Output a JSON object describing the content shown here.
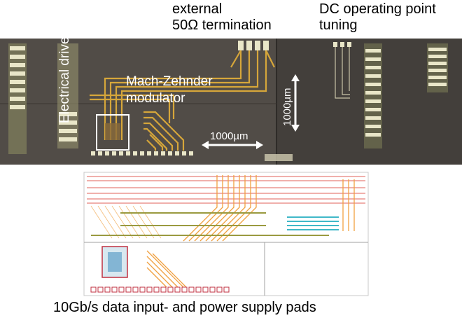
{
  "labels": {
    "external_line1": "external",
    "external_line2": "50Ω termination",
    "dc_line1": "DC operating point",
    "dc_line2": "tuning",
    "electrical_driver": "Electrical driver",
    "mzm_line1": "Mach-Zehnder",
    "mzm_line2": "modulator",
    "scale_horizontal": "1000µm",
    "scale_vertical": "1000µm",
    "bottom_caption": "10Gb/s data input- and power supply pads"
  },
  "colors": {
    "die_background": "#4a4641",
    "gold_traces": "#d6a63a",
    "pad_light": "#e9e6c8",
    "layout_red": "#e0605a",
    "layout_orange": "#f0a040",
    "layout_cyan": "#40b8c8"
  }
}
